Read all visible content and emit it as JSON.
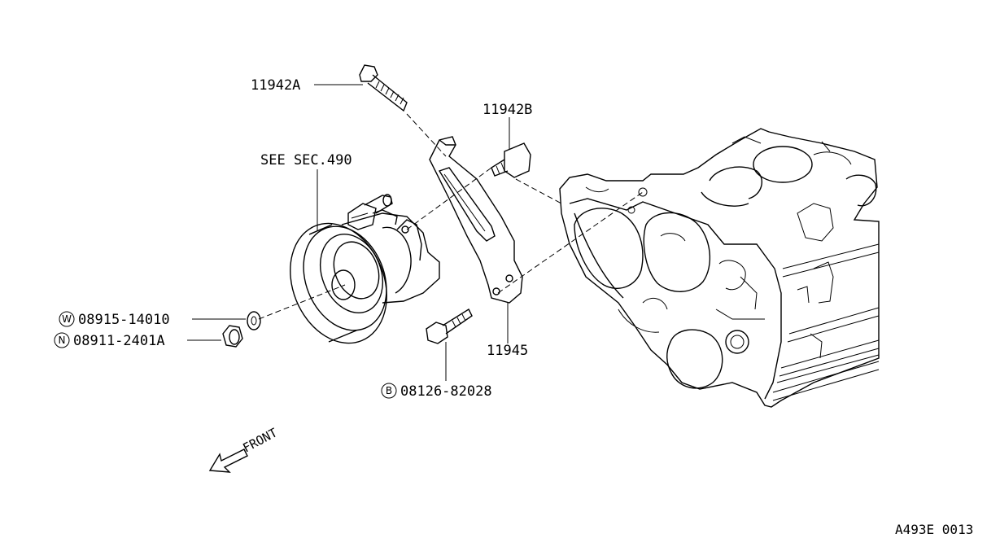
{
  "labels": {
    "bolt_upper": "11942A",
    "bolt_stud": "11942B",
    "see_sec": "SEE SEC.490",
    "washer_code": "W",
    "washer": "08915-14010",
    "nut_code": "N",
    "nut": "08911-2401A",
    "bracket": "11945",
    "bolt_lower_code": "B",
    "bolt_lower": "08126-82028",
    "front": "FRONT",
    "diagram_id": "A493E 0013"
  }
}
